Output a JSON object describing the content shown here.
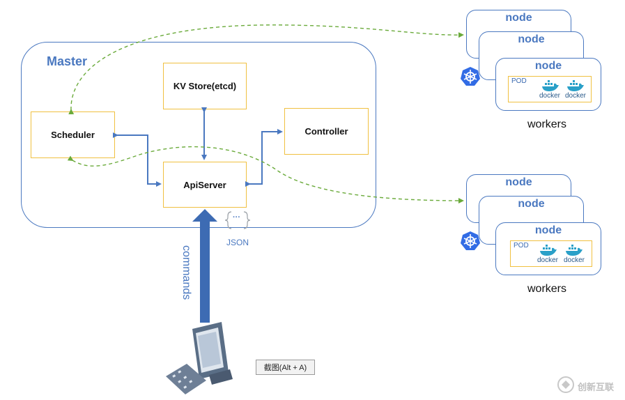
{
  "master": {
    "title": "Master"
  },
  "components": {
    "kv_store": "KV Store(etcd)",
    "scheduler": "Scheduler",
    "controller": "Controller",
    "apiserver": "ApiServer"
  },
  "json_label": "JSON",
  "json_icon_text": "···",
  "commands_label": "commands",
  "node_groups": [
    {
      "nodes": [
        "node",
        "node",
        "node"
      ],
      "pod_label": "POD",
      "containers": [
        "docker",
        "docker"
      ],
      "label": "workers"
    },
    {
      "nodes": [
        "node",
        "node",
        "node"
      ],
      "pod_label": "POD",
      "containers": [
        "docker",
        "docker"
      ],
      "label": "workers"
    }
  ],
  "screenshot_button": "截图(Alt + A)",
  "watermark": "创新互联",
  "colors": {
    "accent": "#4a78c0",
    "component_border": "#f0c040",
    "dashed": "#6aaa3a",
    "k8s": "#326ce5",
    "docker": "#2aa0c8"
  }
}
